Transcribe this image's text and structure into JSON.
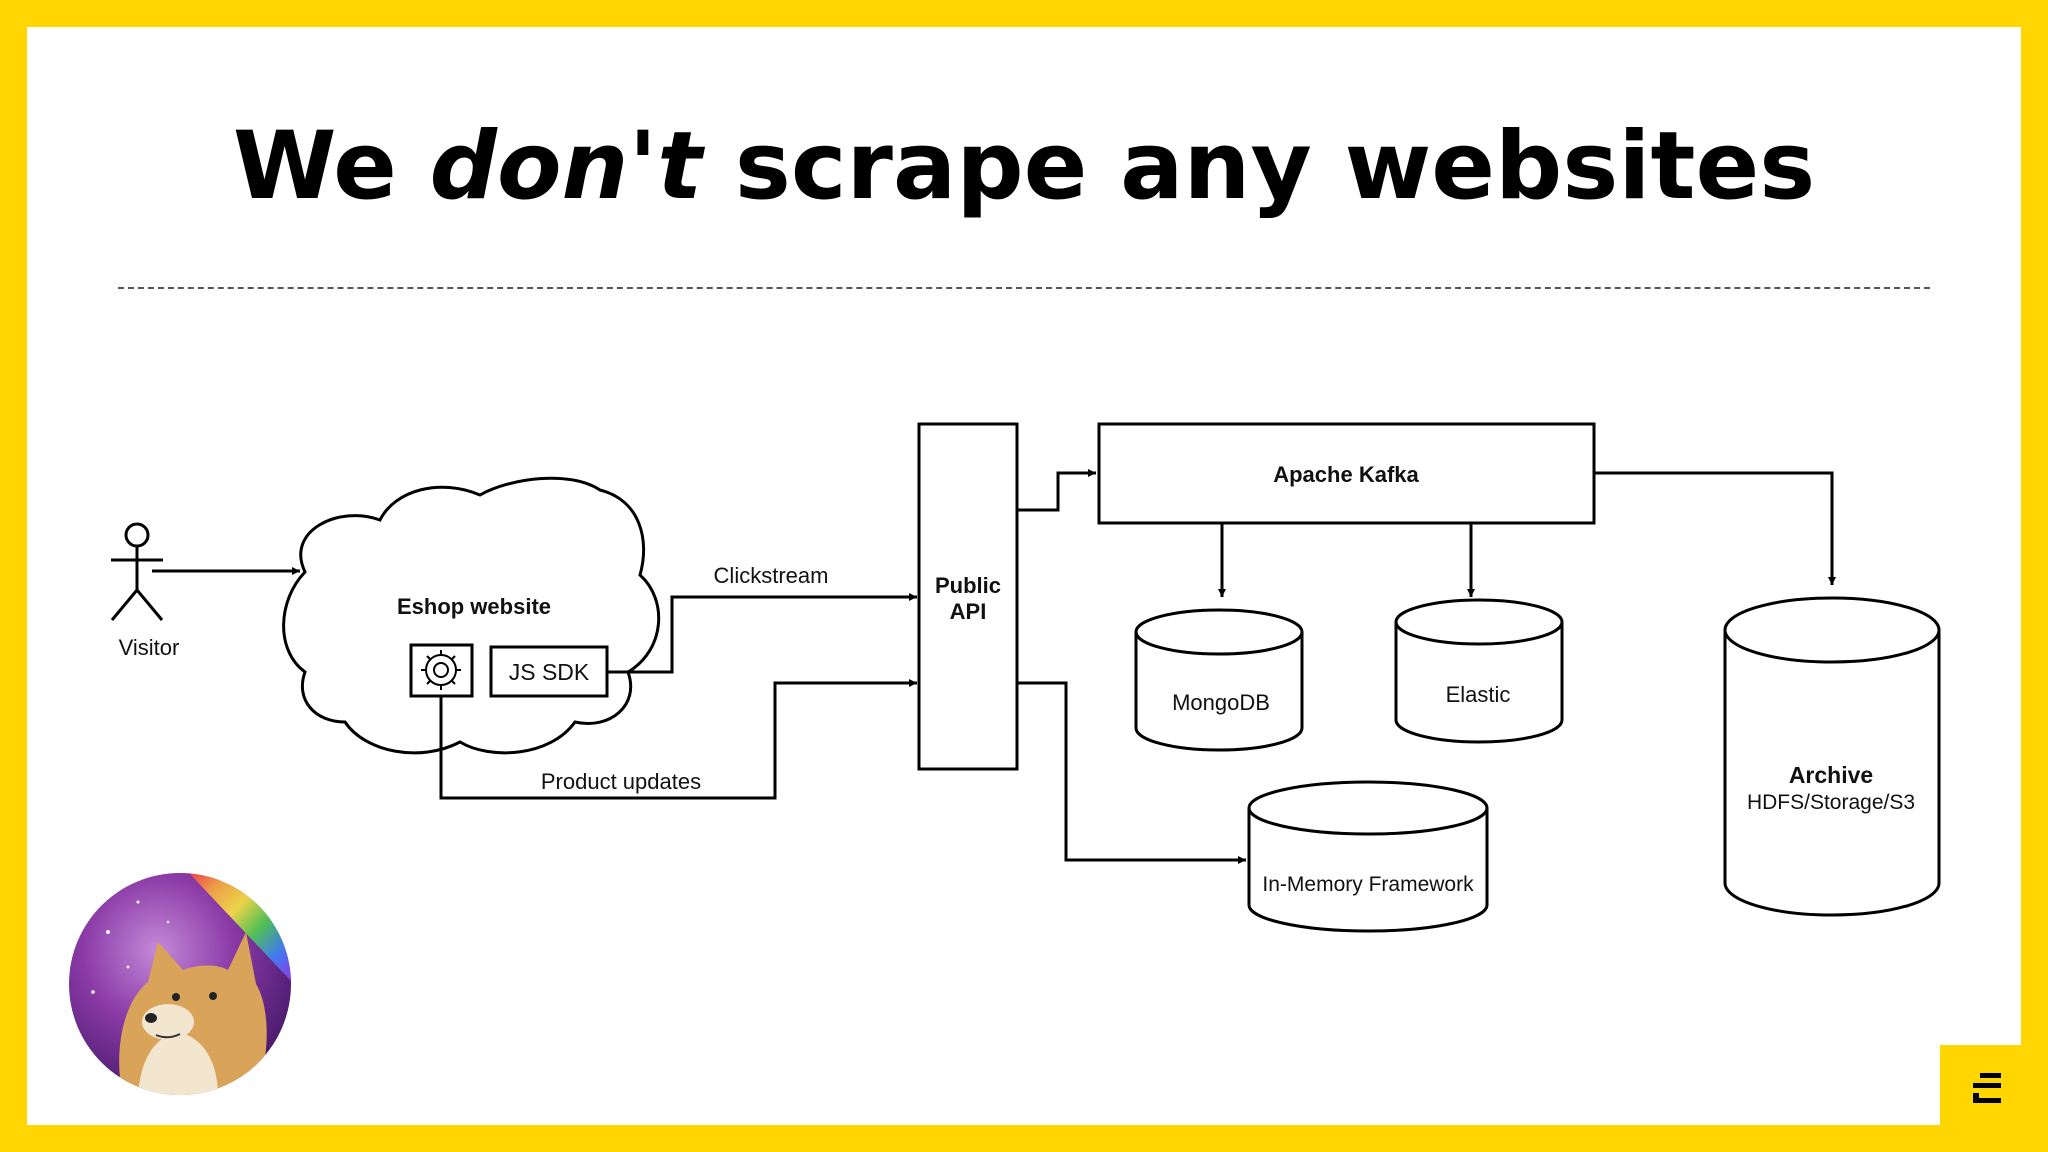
{
  "slide": {
    "title_before": "We ",
    "title_emphasis": "don't",
    "title_after": " scrape any websites",
    "accent_color": "#FFD600"
  },
  "diagram": {
    "visitor_label": "Visitor",
    "eshop_title": "Eshop website",
    "js_sdk_label": "JS SDK",
    "clickstream_label": "Clickstream",
    "product_updates_label": "Product updates",
    "public_api_line1": "Public",
    "public_api_line2": "API",
    "kafka_label": "Apache Kafka",
    "mongodb_label": "MongoDB",
    "elastic_label": "Elastic",
    "archive_title": "Archive",
    "archive_subtitle": "HDFS/Storage/S3",
    "inmemory_label": "In-Memory Framework",
    "icons": [
      "stick-figure-icon",
      "gear-icon",
      "cloud-shape",
      "database-cylinder"
    ]
  },
  "decor": {
    "avatar_icon": "doge-avatar",
    "logo_icon": "brand-e-logo"
  }
}
